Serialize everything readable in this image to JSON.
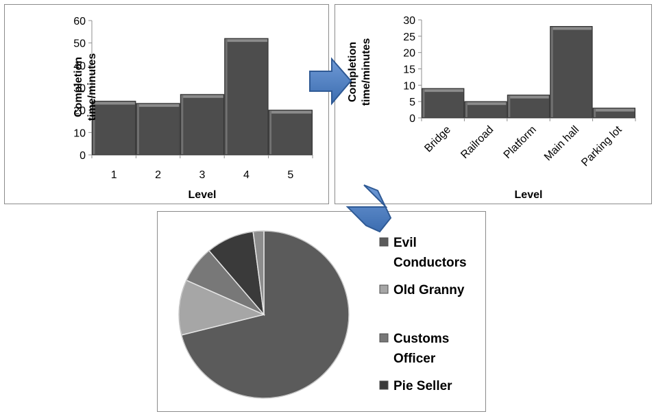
{
  "chart_data": [
    {
      "type": "bar",
      "categories": [
        "1",
        "2",
        "3",
        "4",
        "5"
      ],
      "values": [
        24,
        23,
        27,
        52,
        20
      ],
      "xlabel": "Level",
      "ylabel_lines": [
        "Completion",
        "time/minutes"
      ],
      "ylim": [
        0,
        60
      ],
      "yticks": [
        0,
        10,
        20,
        30,
        40,
        50,
        60
      ],
      "grid": false,
      "color": "#4d4d4d"
    },
    {
      "type": "bar",
      "categories": [
        "Bridge",
        "Railroad",
        "Platform",
        "Main hall",
        "Parking lot"
      ],
      "values": [
        9,
        5,
        7,
        28,
        3
      ],
      "xlabel": "Level",
      "ylabel_lines": [
        "Completion",
        "time/minutes"
      ],
      "ylim": [
        0,
        30
      ],
      "yticks": [
        0,
        5,
        10,
        15,
        20,
        25,
        30
      ],
      "grid": false,
      "color": "#4d4d4d"
    },
    {
      "type": "pie",
      "legend_position": "right",
      "slices": [
        {
          "label": "Evil Conductors",
          "label_lines": [
            "Evil",
            "Conductors"
          ],
          "value": 70,
          "color": "#5b5b5b"
        },
        {
          "label": "Old Granny",
          "label_lines": [
            "Old Granny"
          ],
          "value": 10.5,
          "color": "#a6a6a6"
        },
        {
          "label": "Customs Officer",
          "label_lines": [
            "Customs",
            "Officer"
          ],
          "value": 7,
          "color": "#787878"
        },
        {
          "label": "Pie Seller",
          "label_lines": [
            "Pie Seller"
          ],
          "value": 9,
          "color": "#3a3a3a"
        },
        {
          "label": "",
          "label_lines": [],
          "value": 2,
          "color": "#8c8c8c"
        }
      ]
    }
  ],
  "arrows": [
    "arrow-right-icon",
    "arrow-down-left-icon"
  ],
  "accent_color": "#4a7ebb"
}
